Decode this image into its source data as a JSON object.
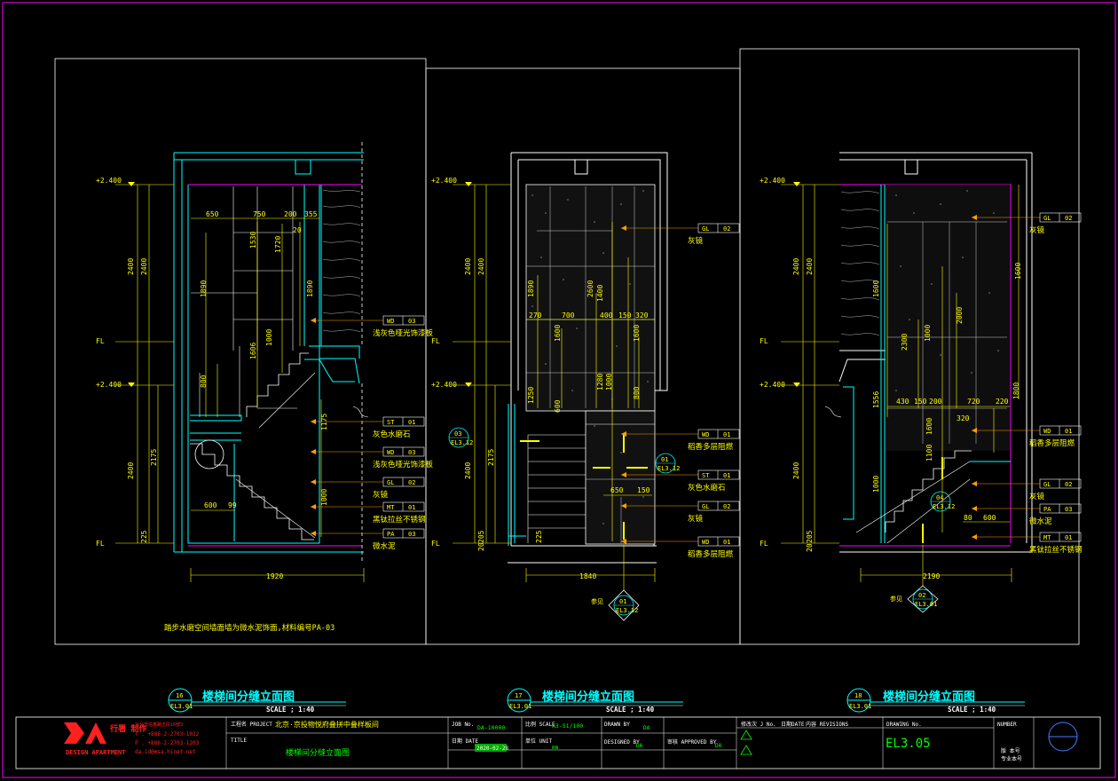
{
  "colors": {
    "background": "#000000",
    "frame": "#ff00ff",
    "wall": "#00ffff",
    "dimension": "#ffff00",
    "outline": "#ffffff",
    "logo": "#ff0000",
    "callout": "#ffa000"
  },
  "elevations": [
    {
      "id": "elev-16",
      "dims": {
        "level_top": "+2.400",
        "level_mid": "+2.400",
        "fl_top": "FL",
        "fl_bot": "FL",
        "h_upper": "2400",
        "h_upper2": "2400",
        "h_lower": "2400",
        "h_2175": "2175",
        "h_225": "225",
        "w_650": "650",
        "w_750": "750",
        "w_200": "200",
        "w_355": "355",
        "v_1530": "1530",
        "v_1720": "1720",
        "v_1890": "1890",
        "v_1890b": "1890",
        "v_1606": "1606",
        "v_1000": "1000",
        "v_800": "800",
        "v_1175": "1175",
        "v_1000b": "1000",
        "w_600": "600",
        "w_99": "99",
        "v_20": "20",
        "width": "1920"
      },
      "tags": [
        {
          "code": "WD",
          "num": "03",
          "label": "浅灰色哑光饰漆板"
        },
        {
          "code": "ST",
          "num": "01",
          "label": "灰色水磨石"
        },
        {
          "code": "WD",
          "num": "03",
          "label": "浅灰色哑光饰漆板"
        },
        {
          "code": "GL",
          "num": "02",
          "label": "灰镜"
        },
        {
          "code": "MT",
          "num": "01",
          "label": "黑钛拉丝不锈钢"
        },
        {
          "code": "PA",
          "num": "03",
          "label": "微水泥"
        }
      ],
      "note": "踏步水磨空间墙面墙为微水泥饰面,材料编号PA-03",
      "title_num": "16",
      "title_ref": "EL3.01",
      "title": "楼梯间分缝立面图",
      "scale": "SCALE ;  1:40"
    },
    {
      "id": "elev-17",
      "dims": {
        "level_top": "+2.400",
        "level_mid": "+2.400",
        "fl_top": "FL",
        "fl_bot": "FL",
        "h_upper": "2400",
        "h_upper2": "2400",
        "h_lower": "2400",
        "h_2175": "2175",
        "h_225": "225",
        "h_20": "20",
        "h_205": "205",
        "v_1890": "1890",
        "w_270": "270",
        "w_700": "700",
        "w_400": "400",
        "w_150": "150",
        "w_320": "320",
        "v_1600": "1600",
        "v_1400": "1400",
        "v_1600b": "1600",
        "v_2600": "2600",
        "v_1250": "1250",
        "v_600": "600",
        "v_1000": "1000",
        "v_1280": "1280",
        "v_800": "800",
        "v_225": "225",
        "w_650": "650",
        "w_150b": "150",
        "width": "1840"
      },
      "tags": [
        {
          "code": "GL",
          "num": "02",
          "label": "灰镜"
        },
        {
          "code": "WD",
          "num": "01",
          "label": "稻香多层阻燃"
        },
        {
          "code": "ST",
          "num": "01",
          "label": "灰色水磨石"
        },
        {
          "code": "GL",
          "num": "02",
          "label": "灰镜"
        },
        {
          "code": "WD",
          "num": "01",
          "label": "稻香多层阻燃"
        }
      ],
      "sections": [
        {
          "num": "03",
          "ref": "EL3.12"
        },
        {
          "num": "01",
          "ref": "EL3.12"
        },
        {
          "num": "01",
          "ref": "EL3.12"
        }
      ],
      "see": "参见",
      "title_num": "17",
      "title_ref": "EL3.01",
      "title": "楼梯间分缝立面图",
      "scale": "SCALE ;  1:40"
    },
    {
      "id": "elev-18",
      "dims": {
        "level_top": "+2.400",
        "level_mid": "+2.400",
        "fl_top": "FL",
        "fl_bot": "FL",
        "h_upper": "2400",
        "h_upper2": "2400",
        "h_lower": "2400",
        "h_20": "20",
        "h_205": "205",
        "v_1600": "1600",
        "v_1600r": "1600",
        "v_2300": "2300",
        "v_1000": "1000",
        "v_2000": "2000",
        "v_1556": "1556",
        "w_430": "430",
        "w_150": "150",
        "w_200": "200",
        "w_720": "720",
        "w_220": "220",
        "w_320": "320",
        "v_1600b": "1600",
        "v_1100": "1100",
        "v_1000b": "1000",
        "v_1800": "1800",
        "w_600": "600",
        "w_80": "80",
        "width": "2190"
      },
      "tags": [
        {
          "code": "GL",
          "num": "02",
          "label": "灰镜"
        },
        {
          "code": "WD",
          "num": "01",
          "label": "稻香多层阻燃"
        },
        {
          "code": "GL",
          "num": "02",
          "label": "灰镜"
        },
        {
          "code": "PA",
          "num": "03",
          "label": "微水泥"
        },
        {
          "code": "MT",
          "num": "01",
          "label": "黑钛拉丝不锈钢"
        }
      ],
      "sections": [
        {
          "num": "04",
          "ref": "EL3.12"
        },
        {
          "num": "02",
          "ref": "EL3.01"
        }
      ],
      "see": "参见",
      "title_num": "18",
      "title_ref": "EL3.01",
      "title": "楼梯间分缝立面图",
      "scale": "SCALE ;  1:40"
    }
  ],
  "titleblock": {
    "logo_letters": "DA",
    "logo_cn": "行署 制作",
    "logo_en": "DESIGN APARTMENT",
    "address": "台北市信義路五段16號3",
    "phone": "T . +886-2-2703-1022",
    "fax": "F . +886-2-2703-1203",
    "email": "da.id@msa.hinet.net",
    "project_label": "工程名  PROJECT",
    "project_name": "北京·京投物悦府叠拼中叠样板间",
    "title_label": "TITLE",
    "title_value": "楼梯间分缝立面图",
    "job_label": "JOB No.",
    "job_value": "DA-10000",
    "scale_label": "比例 SCALE",
    "scale_value": "A3-S1/100",
    "date_label": "日期 DATE",
    "date_value": "2020-02-28",
    "unit_label": "单位 UNIT",
    "unit_value": "mm",
    "drawn_label": "DRAWN BY",
    "drawn_value": "DA",
    "designed_label": "DESIGNED BY",
    "designed_value": "DA",
    "approved_label": "审核 APPROVED BY",
    "approved_value": "DA",
    "rev_label": "修改次 J No.",
    "rev_date_label": "日期DATE",
    "rev_desc_label": "内容 REVISIONS",
    "drawing_no_label": "DRAWING No.",
    "drawing_no": "EL3.05",
    "number_label": "NUMBER",
    "sign_1": "版  本号",
    "sign_2": "专业本号"
  }
}
